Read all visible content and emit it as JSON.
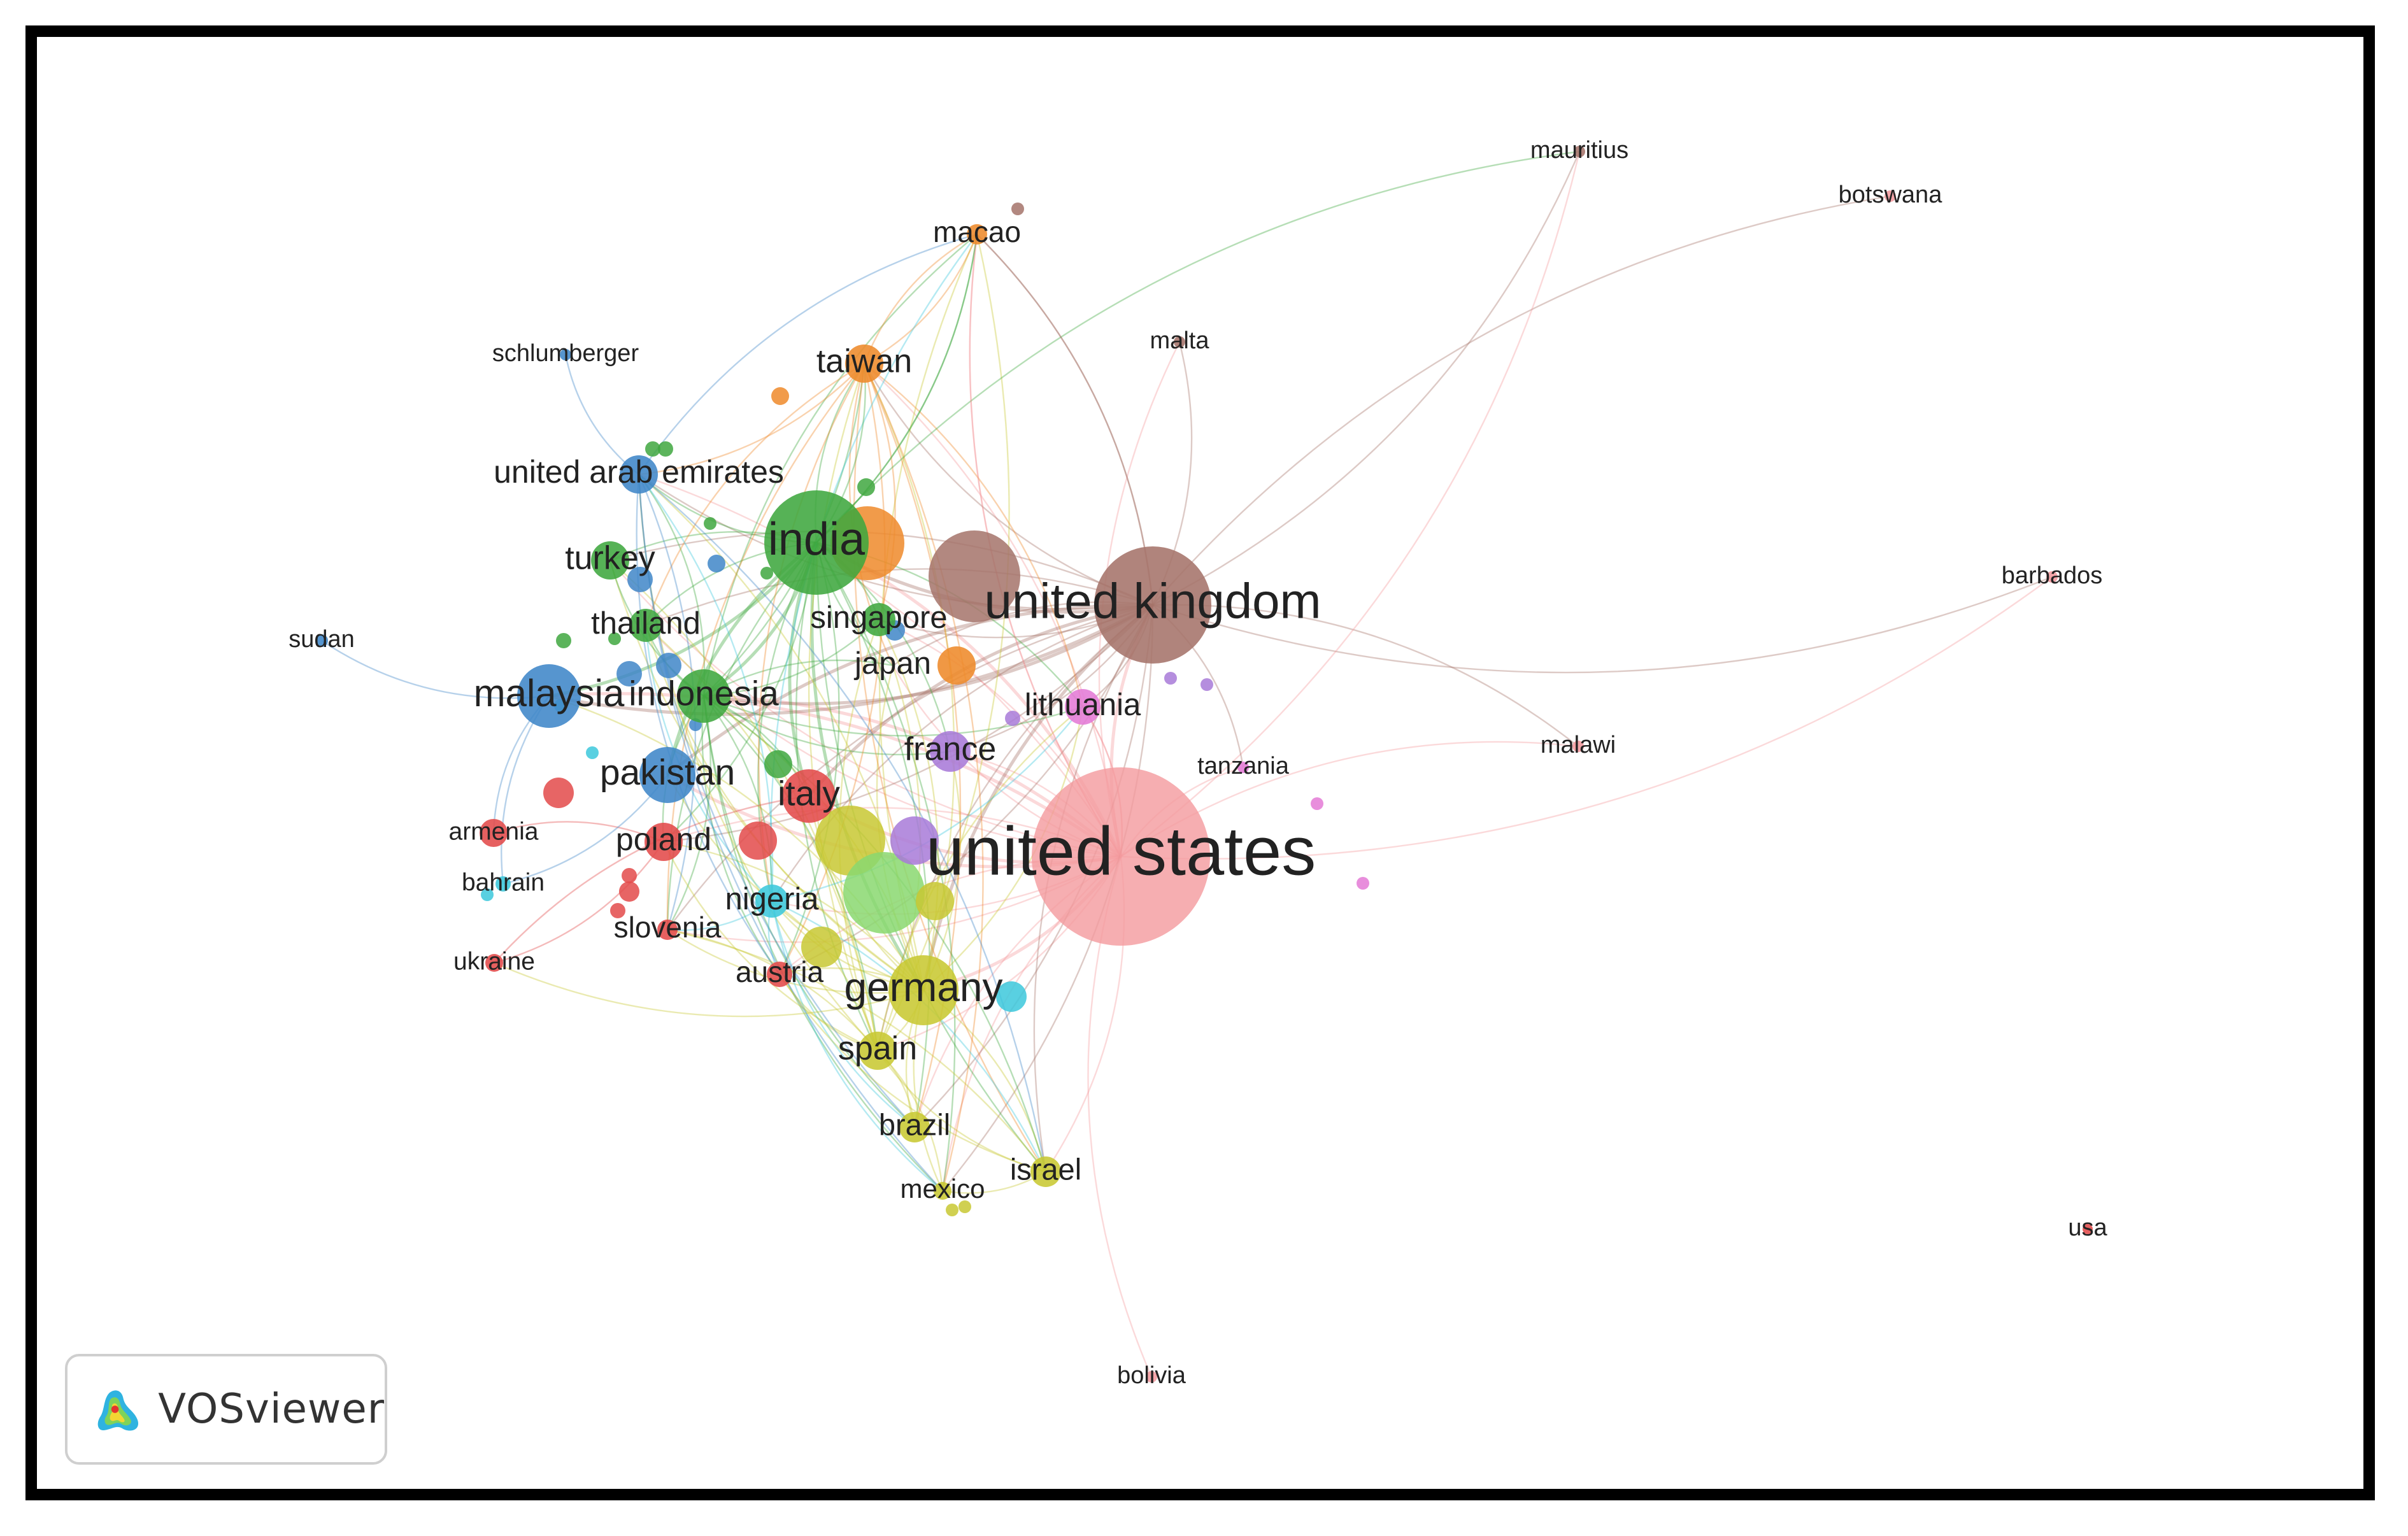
{
  "app": {
    "badge_text": "VOSviewer",
    "badge_icon": "vosviewer-logo-icon"
  },
  "palette": {
    "red": "#e34a4a",
    "green": "#3fa73f",
    "blue": "#3f86c8",
    "yellow": "#c8c832",
    "purple": "#a87ad8",
    "cyan": "#3cc8dc",
    "orange": "#ee8a2a",
    "brown": "#a5736a",
    "pink": "#f49a9e",
    "magenta": "#e47ad6",
    "lightgreen": "#8ad870"
  },
  "nodes": [
    {
      "id": "united-states",
      "label": "united states",
      "weight": 1.0,
      "cluster": "pink"
    },
    {
      "id": "united-kingdom",
      "label": "united kingdom",
      "weight": 0.62,
      "cluster": "brown"
    },
    {
      "id": "india",
      "label": "india",
      "weight": 0.55,
      "cluster": "green"
    },
    {
      "id": "germany",
      "label": "germany",
      "weight": 0.45,
      "cluster": "yellow"
    },
    {
      "id": "malaysia",
      "label": "malaysia",
      "weight": 0.4,
      "cluster": "blue"
    },
    {
      "id": "pakistan",
      "label": "pakistan",
      "weight": 0.36,
      "cluster": "blue"
    },
    {
      "id": "indonesia",
      "label": "indonesia",
      "weight": 0.34,
      "cluster": "green"
    },
    {
      "id": "italy",
      "label": "italy",
      "weight": 0.34,
      "cluster": "red"
    },
    {
      "id": "taiwan",
      "label": "taiwan",
      "weight": 0.3,
      "cluster": "orange"
    },
    {
      "id": "united-arab-emirates",
      "label": "united arab emirates",
      "weight": 0.28,
      "cluster": "blue"
    },
    {
      "id": "turkey",
      "label": "turkey",
      "weight": 0.3,
      "cluster": "green"
    },
    {
      "id": "france",
      "label": "france",
      "weight": 0.3,
      "cluster": "purple"
    },
    {
      "id": "spain",
      "label": "spain",
      "weight": 0.3,
      "cluster": "yellow"
    },
    {
      "id": "poland",
      "label": "poland",
      "weight": 0.28,
      "cluster": "red"
    },
    {
      "id": "thailand",
      "label": "thailand",
      "weight": 0.26,
      "cluster": "green"
    },
    {
      "id": "singapore",
      "label": "singapore",
      "weight": 0.26,
      "cluster": "green"
    },
    {
      "id": "japan",
      "label": "japan",
      "weight": 0.26,
      "cluster": "orange"
    },
    {
      "id": "nigeria",
      "label": "nigeria",
      "weight": 0.26,
      "cluster": "cyan"
    },
    {
      "id": "lithuania",
      "label": "lithuania",
      "weight": 0.26,
      "cluster": "magenta"
    },
    {
      "id": "macao",
      "label": "macao",
      "weight": 0.22,
      "cluster": "orange"
    },
    {
      "id": "slovenia",
      "label": "slovenia",
      "weight": 0.22,
      "cluster": "red"
    },
    {
      "id": "austria",
      "label": "austria",
      "weight": 0.22,
      "cluster": "red"
    },
    {
      "id": "brazil",
      "label": "brazil",
      "weight": 0.24,
      "cluster": "yellow"
    },
    {
      "id": "israel",
      "label": "israel",
      "weight": 0.24,
      "cluster": "yellow"
    },
    {
      "id": "mexico",
      "label": "mexico",
      "weight": 0.18,
      "cluster": "yellow"
    },
    {
      "id": "schlumberger",
      "label": "schlumberger",
      "weight": 0.12,
      "cluster": "blue"
    },
    {
      "id": "malta",
      "label": "malta",
      "weight": 0.12,
      "cluster": "brown"
    },
    {
      "id": "mauritius",
      "label": "mauritius",
      "weight": 0.12,
      "cluster": "brown"
    },
    {
      "id": "botswana",
      "label": "botswana",
      "weight": 0.12,
      "cluster": "pink"
    },
    {
      "id": "barbados",
      "label": "barbados",
      "weight": 0.12,
      "cluster": "pink"
    },
    {
      "id": "malawi",
      "label": "malawi",
      "weight": 0.12,
      "cluster": "pink"
    },
    {
      "id": "tanzania",
      "label": "tanzania",
      "weight": 0.12,
      "cluster": "magenta"
    },
    {
      "id": "sudan",
      "label": "sudan",
      "weight": 0.12,
      "cluster": "blue"
    },
    {
      "id": "armenia",
      "label": "armenia",
      "weight": 0.14,
      "cluster": "red"
    },
    {
      "id": "bahrain",
      "label": "bahrain",
      "weight": 0.14,
      "cluster": "cyan"
    },
    {
      "id": "ukraine",
      "label": "ukraine",
      "weight": 0.14,
      "cluster": "red"
    },
    {
      "id": "bolivia",
      "label": "bolivia",
      "weight": 0.12,
      "cluster": "pink"
    },
    {
      "id": "usa",
      "label": "usa",
      "weight": 0.12,
      "cluster": "red"
    }
  ]
}
